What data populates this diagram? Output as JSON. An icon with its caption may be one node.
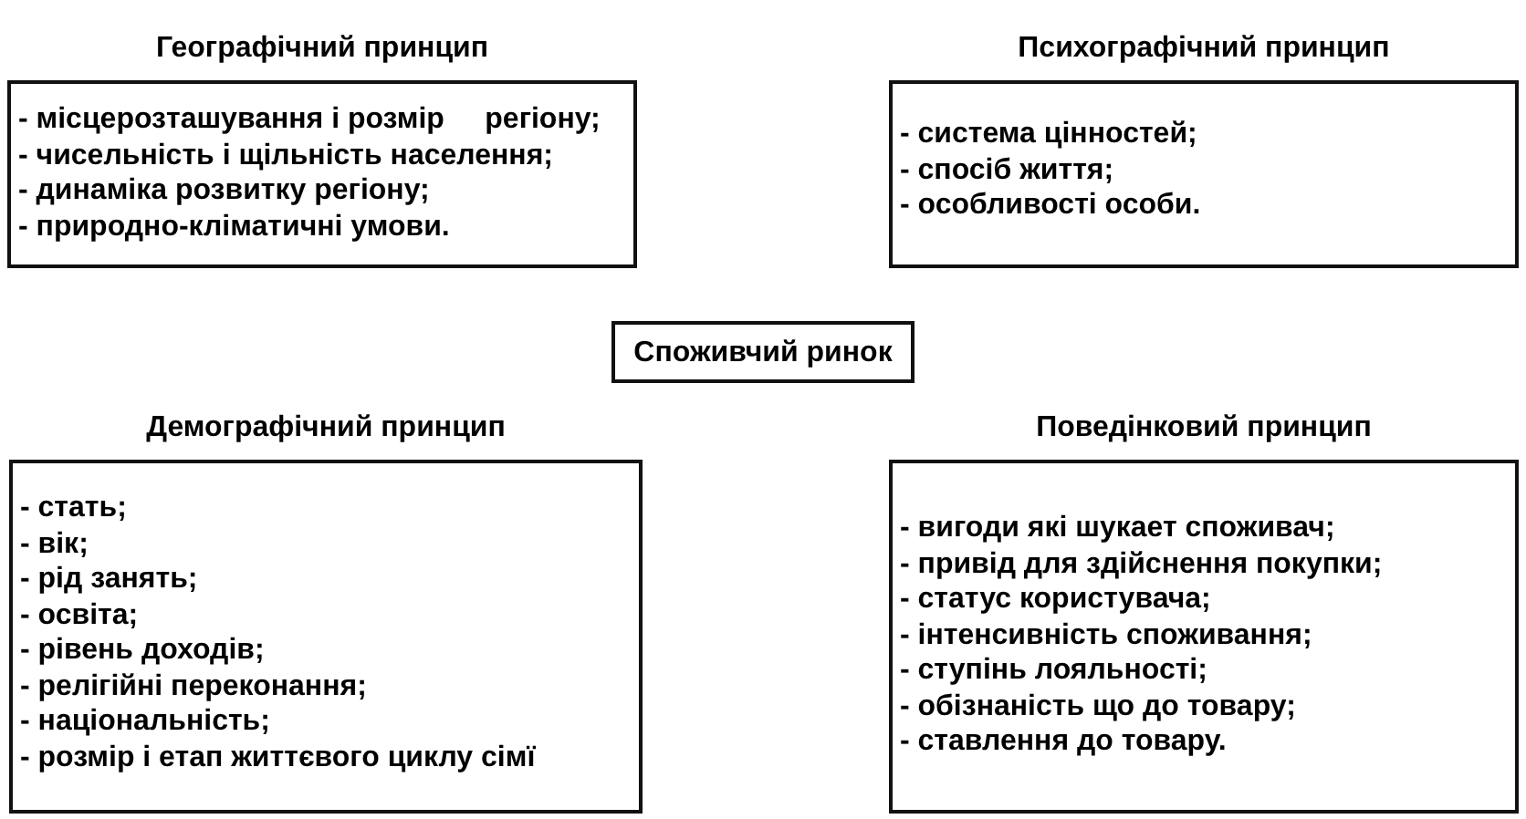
{
  "diagram": {
    "nodes": [
      {
        "text": [
          "Географічний принцип",
          "- місцерозташування і розмір     регіону;",
          "- чисельність і щільність населення;",
          "- динаміка розвитку регіону;",
          "- природно-кліматичні умови."
        ]
      },
      {
        "text": [
          "Психографічний принцип",
          "- система цінностей;",
          "- спосіб життя;",
          "- особливості особи."
        ]
      },
      {
        "text": [
          "Споживчий ринок"
        ]
      },
      {
        "text": [
          "Демографічний принцип",
          "- стать;",
          "- вік;",
          "- рід занять;",
          "- освіта;",
          "- рівень доходів;",
          "- релігійні переконання;",
          "- національність;",
          "- розмір і етап життєвого циклу сімї"
        ]
      },
      {
        "text": [
          "Поведінковий принцип",
          "- вигоди які шукает споживач;",
          "- привід для здійснення покупки;",
          "- статус користувача;",
          "- інтенсивність споживання;",
          "- ступінь лояльності;",
          "- обізнаність що до товару;",
          "- ставлення до товару."
        ]
      }
    ]
  }
}
